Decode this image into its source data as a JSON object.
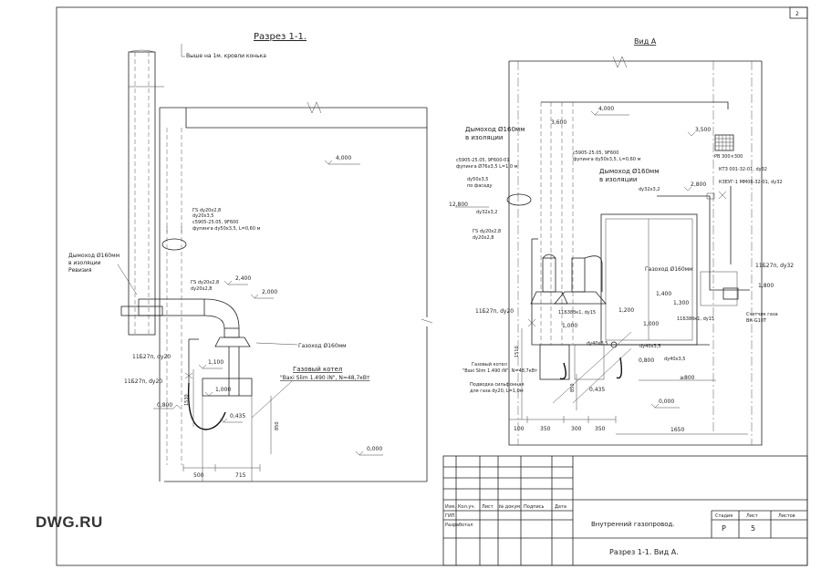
{
  "sheet_number": "2",
  "watermark": "DWG.RU",
  "section": {
    "title": "Разрез 1-1.",
    "roof_note": "Выше на 1м. кровли конька",
    "chimney_label": [
      "Дымоход Ø160мм",
      "в изоляции",
      "Ревизия"
    ],
    "pipe_note": [
      "ГЅ dy20x2,8",
      "dy20x3,5",
      "c5905-25.05, 9F600",
      "фупинга dy50x3,5, L=0,60 м"
    ],
    "pipe_note2": [
      "ГЅ dy20x2,8",
      "dy20x2,8"
    ],
    "valve1": "11Б27п, dy20",
    "valve2": "11Б27п, dy20",
    "flue_label": "Газоход Ø160мм",
    "boiler_title": "Газовый котел",
    "boiler_model": "\"Baxi Slim 1.490 iN\", N=48,7кВт",
    "levels": [
      "4,000",
      "2,400",
      "2,000",
      "1,100",
      "1,000",
      "0,800",
      "0,435",
      "0,000"
    ],
    "dims": [
      "500",
      "715",
      "1530",
      "850"
    ]
  },
  "view": {
    "title": "Вид А",
    "chimney_label_1": [
      "Дымоход Ø160мм",
      "в изоляции"
    ],
    "chimney_label_2": [
      "Дымоход Ø160мм",
      "в изоляции"
    ],
    "note_left": [
      "c5905-25.05, 9F600-01",
      "фупинга Ø76x3,5 L=1,0 м"
    ],
    "note_right": [
      "c5905-25.05, 9F600",
      "фупинга dy50x3,5, L=0,60 м"
    ],
    "facade": [
      "dy50x3,5",
      "по фасаду"
    ],
    "pipe_note": [
      "ГЅ dy20x2,8",
      "dy20x2,8"
    ],
    "valve_left": "11Б27п, dy20",
    "valve_right": "11Б27п, dy32",
    "meter_label": [
      "Счетчик газа",
      "ВК-G10Т"
    ],
    "ktz": "КТЗ 001-32-01, dy32",
    "kmu": "КЗЕУГ-1 ММ06-32-01, dy32",
    "grille": "РВ 300×300",
    "flue_label": "Газоход Ø160мм",
    "boiler_label": [
      "Газовый котел",
      "\"Baxi Slim 1.490 iN\", N=48,7кВт"
    ],
    "hose_label": [
      "Подводка сильфонная",
      "для газа dy20, L=1,0м"
    ],
    "small_labels": [
      "11Б38бк1, dy15",
      "11Б38бк1, dy15",
      "dy40x3,5",
      "dy40x3,5",
      "dy40x3,5",
      "dy32x3,2",
      "dy32x3,2"
    ],
    "levels": [
      "4,000",
      "3,600",
      "3,500",
      "2,800",
      "12,800",
      "1,800",
      "1,400",
      "1,300",
      "1,200",
      "1,000",
      "1,000",
      "0,800",
      "0,435",
      "0,000"
    ],
    "dims": [
      "100",
      "350",
      "300",
      "350",
      "1650",
      "≥800",
      "1510",
      "850"
    ]
  },
  "title_block": {
    "header_cols": [
      "Изм.",
      "Кол.уч.",
      "Лист",
      "№ докум.",
      "Подпись",
      "Дата"
    ],
    "rows": [
      "ГИП",
      "Разработал"
    ],
    "project_title": "Внутренний газопровод.",
    "sheet_title": "Разрез 1-1. Вид А.",
    "stage_label": "Стадия",
    "sheet_label": "Лист",
    "sheets_label": "Листов",
    "stage": "Р",
    "sheet": "5",
    "sheets": ""
  }
}
